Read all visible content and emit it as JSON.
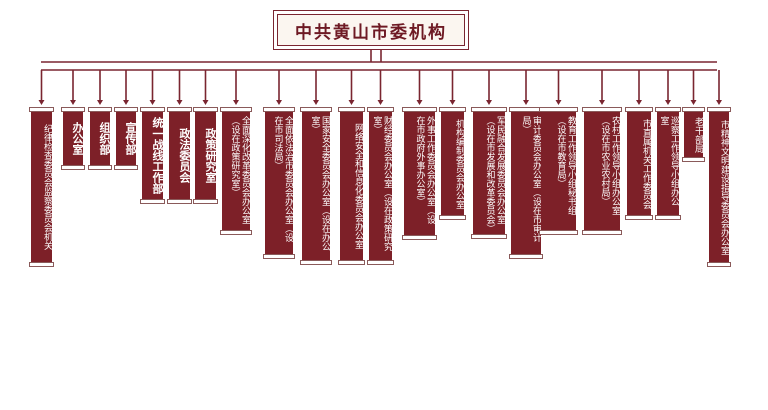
{
  "title": "中共黄山市委机构",
  "colors": {
    "primary": "#7d2028",
    "line": "#7a2530",
    "title_text": "#6e1a24",
    "title_bg": "#fbf6f0"
  },
  "units": [
    {
      "label": "纪律检查委员会监察委员会机关"
    },
    {
      "label": "办公室"
    },
    {
      "label": "组织部"
    },
    {
      "label": "宣传部"
    },
    {
      "label": "统一战线工作部"
    },
    {
      "label": "政法委员会"
    },
    {
      "label": "政策研究室"
    },
    {
      "label": "全面深化改革委员会办公室（设在政策研究室）"
    },
    {
      "label": "全面依法治市委员会办公室（设在市司法局）"
    },
    {
      "label": "国家安全委员会办公室（设在办公室）"
    },
    {
      "label": "网络安全和信息化委员会办公室"
    },
    {
      "label": "财经委员会办公室（设在政策研究室）"
    },
    {
      "label": "外事工作委员会办公室（设在市政府外事办公室）"
    },
    {
      "label": "机构编制委员会办公室"
    },
    {
      "label": "军民融合发展委员会办公室（设在市发展和改革委员会）"
    },
    {
      "label": "审计委员会办公室（设在市审计局）"
    },
    {
      "label": "教育工作领导小组秘书组（设在市教育局）"
    },
    {
      "label": "农村工作领导小组办公室（设在市农业农村局）"
    },
    {
      "label": "市直属机关工作委员会"
    },
    {
      "label": "巡察工作领导小组办公室"
    },
    {
      "label": "老干部局"
    },
    {
      "label": "市精神文明建设指导委员会办公室"
    }
  ]
}
